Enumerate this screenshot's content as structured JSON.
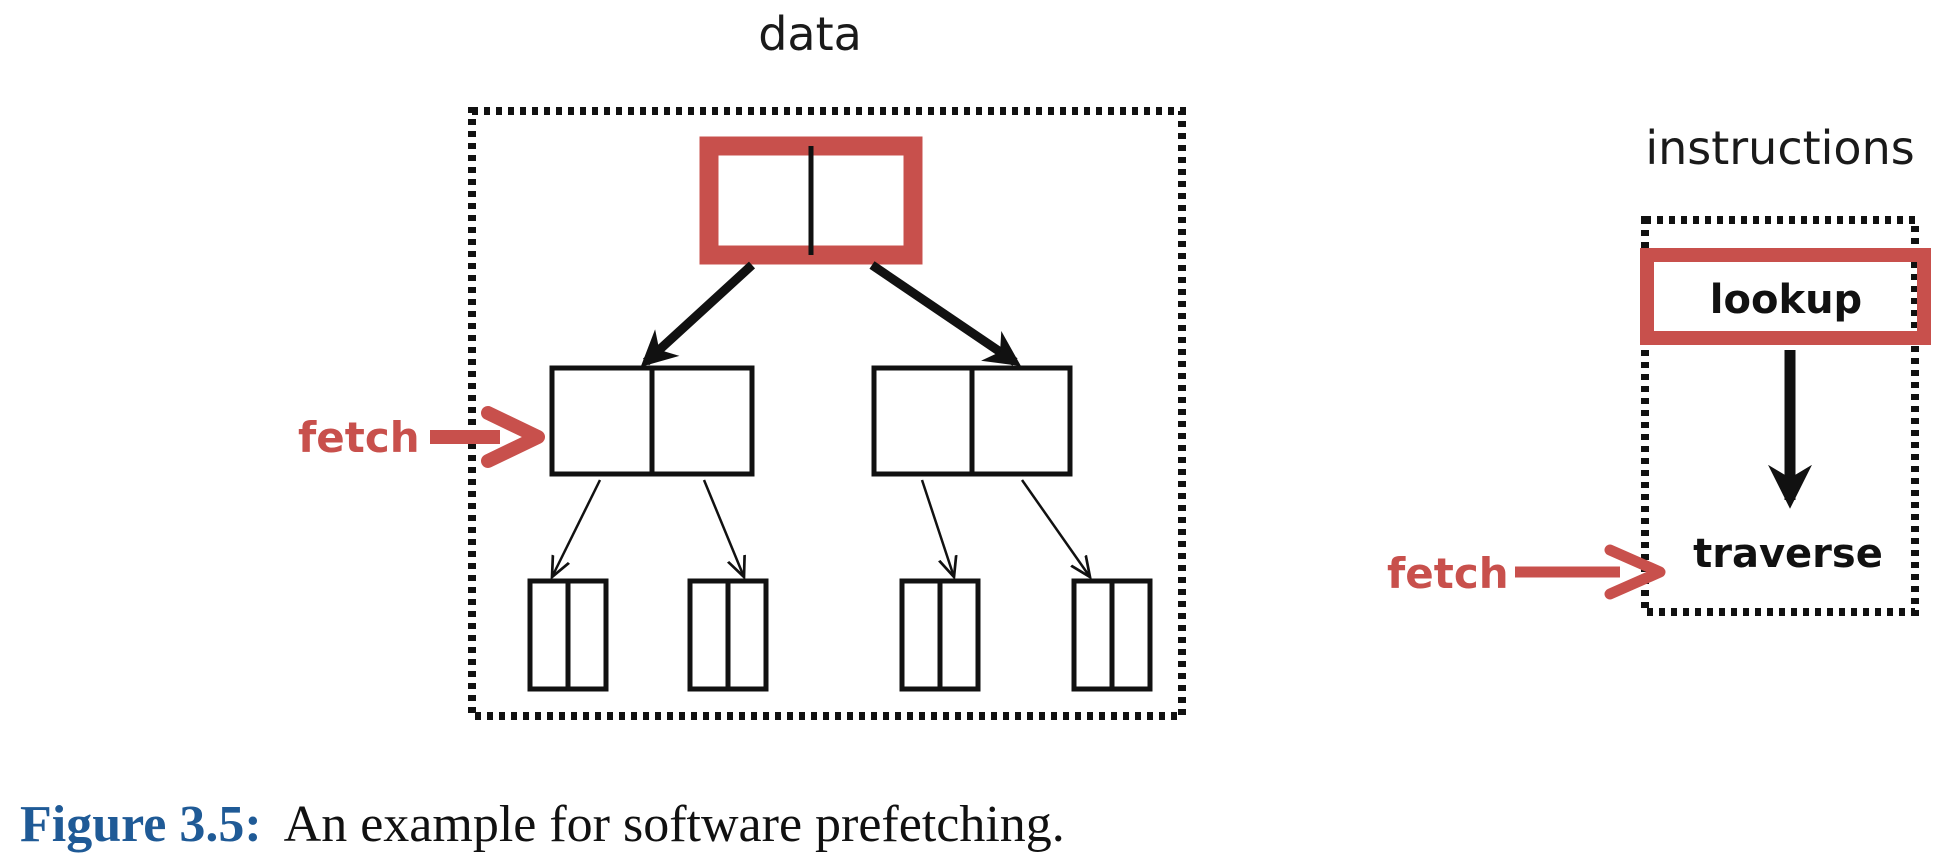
{
  "diagram": {
    "data_label": "data",
    "instructions_label": "instructions",
    "lookup_label": "lookup",
    "traverse_label": "traverse",
    "fetch_label_data": "fetch",
    "fetch_label_instr": "fetch"
  },
  "caption": {
    "label": "Figure 3.5:",
    "text": "An example for software prefetching."
  },
  "colors": {
    "highlight": "#c8504c",
    "caption_label": "#1f5a96",
    "stroke": "#111111"
  }
}
